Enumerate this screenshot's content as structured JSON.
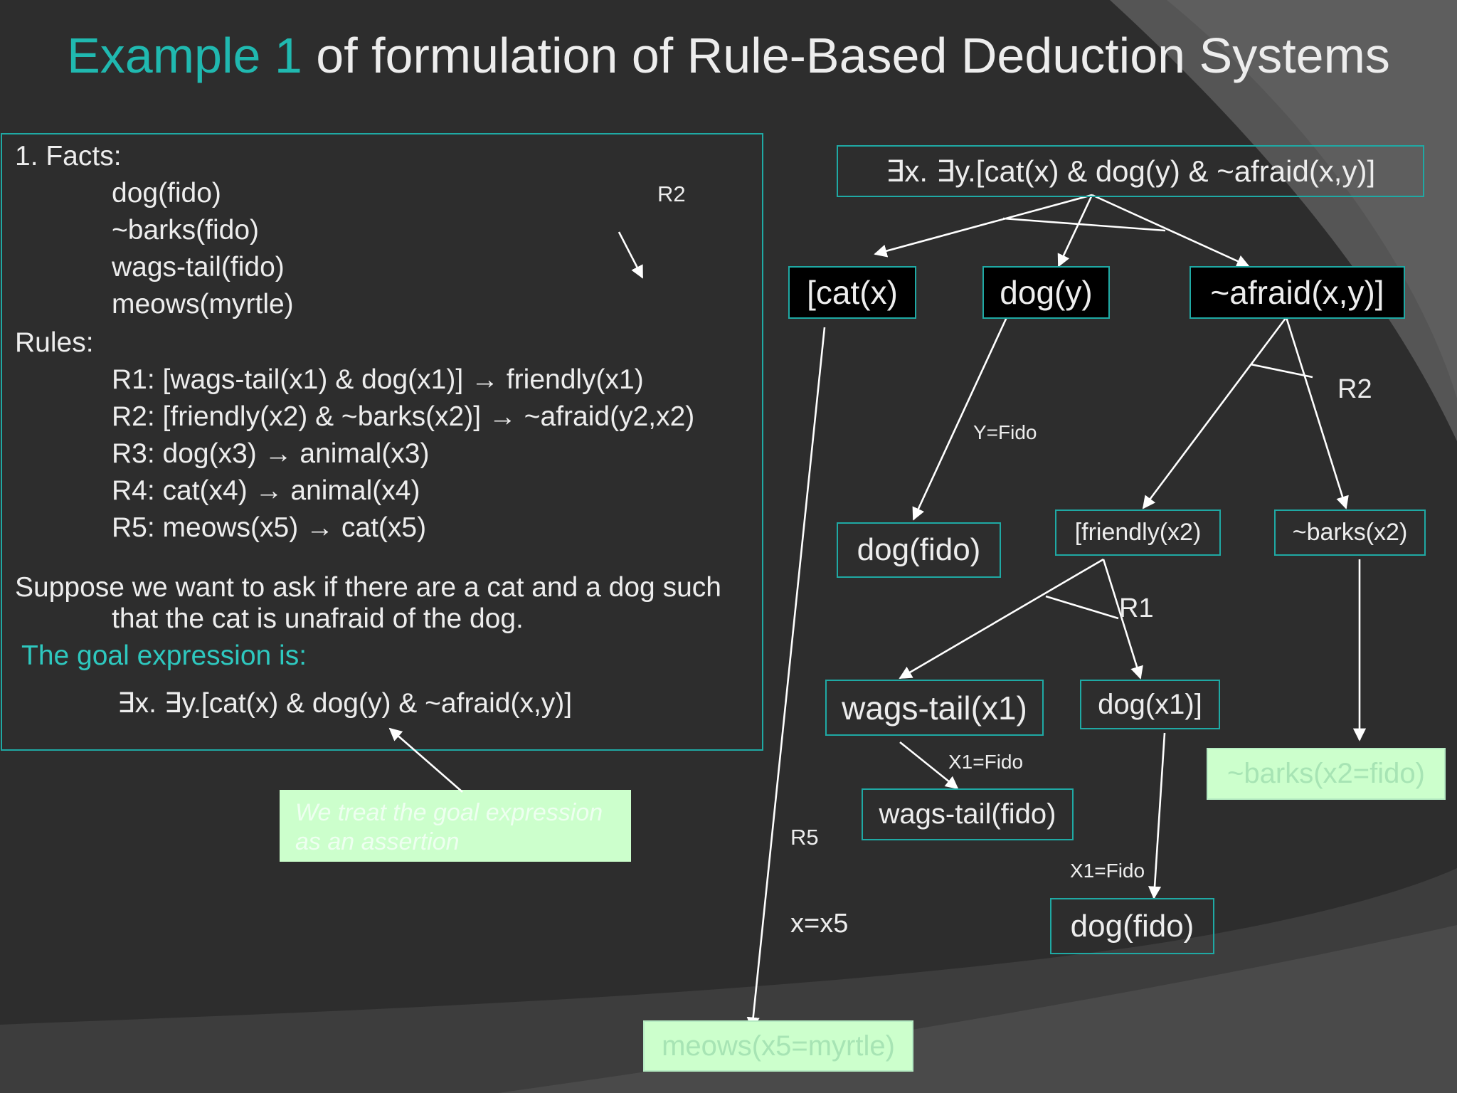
{
  "slide": {
    "title_accent": "Example 1",
    "title_rest": " of formulation of Rule-Based Deduction Systems"
  },
  "left_panel": {
    "facts_heading": "1. Facts:",
    "facts": [
      "dog(fido)",
      "~barks(fido)",
      "wags-tail(fido)",
      "meows(myrtle)"
    ],
    "rules_heading": "Rules:",
    "rules": [
      "R1: [wags-tail(x1) & dog(x1)] → friendly(x1)",
      "R2: [friendly(x2) & ~barks(x2)] → ~afraid(y2,x2)",
      "R3: dog(x3) → animal(x3)",
      "R4: cat(x4) → animal(x4)",
      "R5: meows(x5) → cat(x5)"
    ],
    "question_line1": "Suppose we want to ask if there are a cat and a dog such",
    "question_line2": "that the cat is unafraid of the dog.",
    "goal_heading": "The goal expression is:",
    "goal_expression": "∃x. ∃y.[cat(x) & dog(y) & ~afraid(x,y)]",
    "r2_label": "R2"
  },
  "note": {
    "line1": "We treat the goal expression",
    "line2": "as an assertion"
  },
  "tree": {
    "root": "∃x. ∃y.[cat(x) & dog(y) & ~afraid(x,y)]",
    "cat": "[cat(x)",
    "dog_y": "dog(y)",
    "afraid": "~afraid(x,y)]",
    "dog_fido_1": "dog(fido)",
    "friendly": "[friendly(x2)",
    "barks": "~barks(x2)",
    "wags_tail": "wags-tail(x1)",
    "dog_x1": "dog(x1)]",
    "wags_tail_fido": "wags-tail(fido)",
    "dog_fido_2": "dog(fido)",
    "barks_fido": "~barks(x2=fido)",
    "meows_myrtle": "meows(x5=myrtle)",
    "labels": {
      "y_fido": "Y=Fido",
      "r2": "R2",
      "r1": "R1",
      "x1_fido_a": "X1=Fido",
      "x1_fido_b": "X1=Fido",
      "r5": "R5",
      "x_x5": "x=x5"
    }
  },
  "colors": {
    "background": "#2e2e2e",
    "accent": "#20b9b0",
    "box_border": "#1fa9a4",
    "fact_box": "#ccffcc"
  }
}
